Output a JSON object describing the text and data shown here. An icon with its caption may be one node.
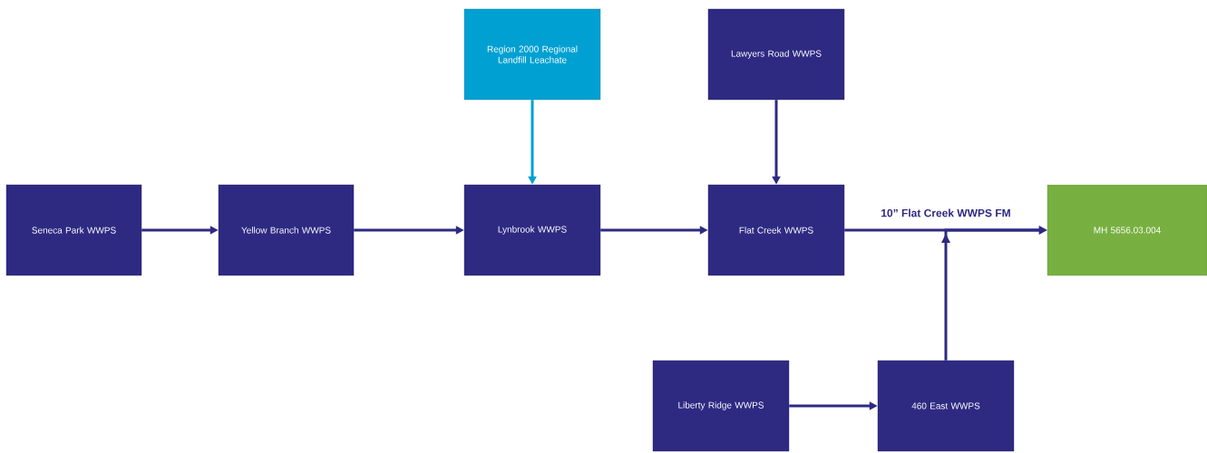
{
  "diagram": {
    "nodes": [
      {
        "text": [
          "Seneca Park WWPS"
        ]
      },
      {
        "text": [
          "Yellow Branch WWPS"
        ]
      },
      {
        "text": [
          "Region 2000 Regional Landfill Leachate"
        ]
      },
      {
        "text": [
          "Lynbrook WWPS"
        ]
      },
      {
        "text": [
          "Lawyers Road WWPS"
        ]
      },
      {
        "text": [
          "Flat Creek WWPS"
        ]
      },
      {
        "text": [
          "MH 5656.03.004"
        ]
      },
      {
        "text": [
          "Liberty Ridge WWPS"
        ]
      },
      {
        "text": [
          "460 East WWPS"
        ]
      }
    ],
    "edges": [
      {
        "from": 0,
        "to": 1,
        "arrow": "to"
      },
      {
        "from": 1,
        "to": 3,
        "arrow": "to"
      },
      {
        "from": 2,
        "to": 3,
        "arrow": "to",
        "color": "#00a0d2"
      },
      {
        "from": 4,
        "to": 5,
        "arrow": "to"
      },
      {
        "from": 3,
        "to": 5,
        "arrow": "to"
      },
      {
        "from": 5,
        "to": 6,
        "arrow": "to",
        "label": "10” Flat Creek WWPS FM"
      },
      {
        "from": 7,
        "to": 8,
        "arrow": "to"
      },
      {
        "from": 8,
        "to": 6,
        "arrow": "to"
      }
    ]
  }
}
